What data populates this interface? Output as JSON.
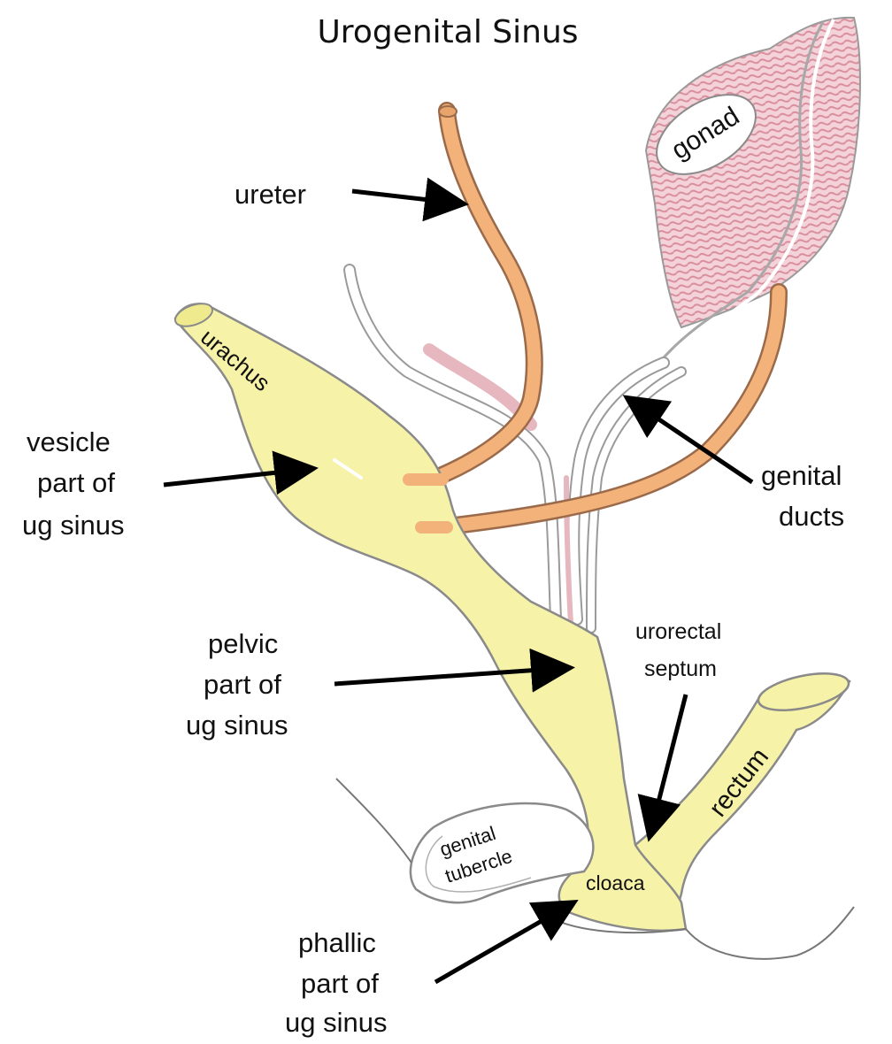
{
  "title": "Urogenital Sinus",
  "labels": {
    "ureter": "ureter",
    "gonad": "gonad",
    "urachus": "urachus",
    "vesicle": [
      "vesicle",
      "part of",
      "ug sinus"
    ],
    "genital_ducts": [
      "genital",
      "ducts"
    ],
    "pelvic": [
      "pelvic",
      "part of",
      "ug sinus"
    ],
    "urorectal": [
      "urorectal",
      "septum"
    ],
    "rectum": "rectum",
    "genital_tubercle": [
      "genital",
      "tubercle"
    ],
    "cloaca": "cloaca",
    "phallic": [
      "phallic",
      "part of",
      "ug sinus"
    ]
  },
  "colors": {
    "sinus_fill": "#f6f2a8",
    "ureter": "#f2b27a",
    "duct": "#ffffff",
    "gonad": "#e9b9c3",
    "outline": "#8a8a8a",
    "arrow": "#000000"
  }
}
